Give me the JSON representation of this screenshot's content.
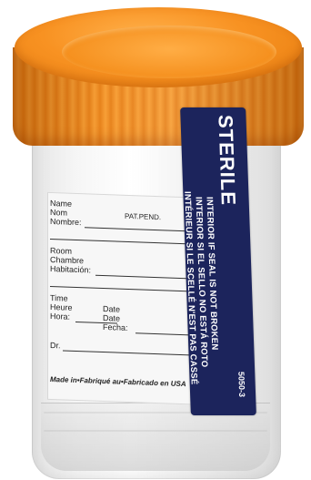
{
  "image": {
    "colors": {
      "lid": "#f5901e",
      "seal": "#1c245c",
      "label": "#f7f7f7"
    }
  },
  "label": {
    "patent": "PAT.PEND.",
    "name_en": "Name",
    "name_fr": "Nom",
    "name_es": "Nombre:",
    "room_en": "Room",
    "room_fr": "Chambre",
    "room_es": "Habitación:",
    "time_en": "Time",
    "time_fr": "Heure",
    "time_es": "Hora:",
    "date_en": "Date",
    "date_fr": "Date",
    "date_es": "Fecha:",
    "doctor": "Dr.",
    "made_in": "Made in•Fabriqué au•Fabricado en USA"
  },
  "seal": {
    "title": "STERILE",
    "line_en": "INTERIOR IF SEAL IS NOT BROKEN",
    "line_es": "INTERIOR SI EL SELLO NO ESTÁ ROTO",
    "line_fr": "INTÉRIEUR SI LE SCELLÉ N'EST PAS CASSÉ",
    "code": "5050-3"
  }
}
